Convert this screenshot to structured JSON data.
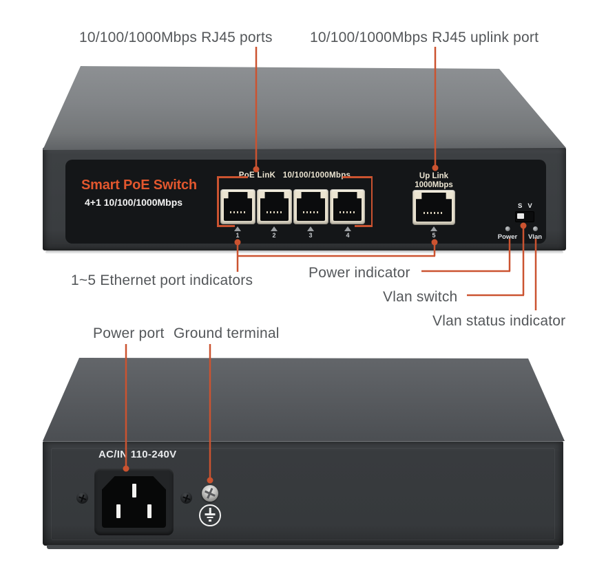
{
  "annotations": {
    "rj45_ports_label": "10/100/1000Mbps RJ45 ports",
    "uplink_port_label": "10/100/1000Mbps RJ45 uplink port",
    "ethernet_indicators_label": "1~5 Ethernet port indicators",
    "power_indicator_label": "Power indicator",
    "vlan_switch_label": "Vlan switch",
    "vlan_status_label": "Vlan status indicator",
    "power_port_label": "Power port",
    "ground_terminal_label": "Ground terminal"
  },
  "front_panel": {
    "brand_title": "Smart PoE Switch",
    "brand_subtitle": "4+1 10/100/1000Mbps",
    "poe_ports_label": "PoE LinK   10/100/1000Mbps",
    "uplink_label_line1": "Up Link",
    "uplink_label_line2": "1000Mbps",
    "port_indicators": [
      "1",
      "2",
      "3",
      "4",
      "5"
    ],
    "sv_switch": {
      "s_label": "S",
      "v_label": "V"
    },
    "power_led_label": "Power",
    "vlan_led_label": "Vlan"
  },
  "rear_panel": {
    "ac_input_label": "AC/IN 110-240V"
  },
  "colors": {
    "accent_orange": "#cb5330",
    "brand_orange": "#e2572e",
    "port_cream": "#ece5d2",
    "label_gray": "#54575a"
  }
}
